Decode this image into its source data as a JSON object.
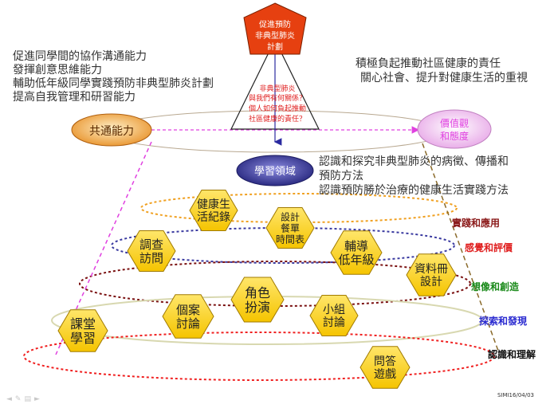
{
  "top_badge": {
    "line1": "促進預防",
    "line2": "非典型肺炎",
    "line3": "計劃"
  },
  "pyramid_question": {
    "line1": "非典型肺炎",
    "line2": "與我們有何關係？",
    "line3": "個人如何負起推動",
    "line4": "社區健康的責任？"
  },
  "left_block": {
    "title": "共通能力",
    "items": [
      "促進同學間的協作溝通能力",
      "發揮創意思維能力",
      "輔助低年級同學實踐預防非典型肺炎計劃",
      "提高自我管理和研習能力"
    ]
  },
  "right_block": {
    "title_line1": "價值觀",
    "title_line2": "和態度",
    "items": [
      "積極負起推動社區健康的責任",
      "關心社會、提升對健康生活的重視"
    ]
  },
  "center_block": {
    "title": "學習領域",
    "items": [
      "認識和探究非典型肺炎的病徵、傳播和",
      "預防方法",
      "認識預防勝於治療的健康生活實踐方法"
    ]
  },
  "layers": [
    {
      "label": "實踐和應用",
      "color": "#8b1a1a"
    },
    {
      "label": "感覺和評價",
      "color": "#e02020"
    },
    {
      "label": "想像和創造",
      "color": "#1a8a1a"
    },
    {
      "label": "探索和發現",
      "color": "#2a2ad0"
    },
    {
      "label": "認識和理解",
      "color": "#111111"
    }
  ],
  "hexagons": [
    {
      "line1": "健康生",
      "line2": "活紀錄"
    },
    {
      "line1": "設計",
      "line2": "餐單",
      "line3": "時間表"
    },
    {
      "line1": "調查",
      "line2": "訪問"
    },
    {
      "line1": "輔導",
      "line2": "低年級"
    },
    {
      "line1": "資料冊",
      "line2": "設計"
    },
    {
      "line1": "角色",
      "line2": "扮演"
    },
    {
      "line1": "個案",
      "line2": "討論"
    },
    {
      "line1": "小組",
      "line2": "討論"
    },
    {
      "line1": "課堂",
      "line2": "學習"
    },
    {
      "line1": "問答",
      "line2": "遊戲"
    }
  ],
  "footer": "SIMI16/04/03",
  "colors": {
    "hex_fill": "#ffd21a",
    "hex_stroke": "#a07a00",
    "left_oval": "#f2a93b",
    "right_oval": "#f2c9f2",
    "center_oval": "#3a3aa0",
    "badge": "#e64010",
    "question_text": "#e02020"
  }
}
